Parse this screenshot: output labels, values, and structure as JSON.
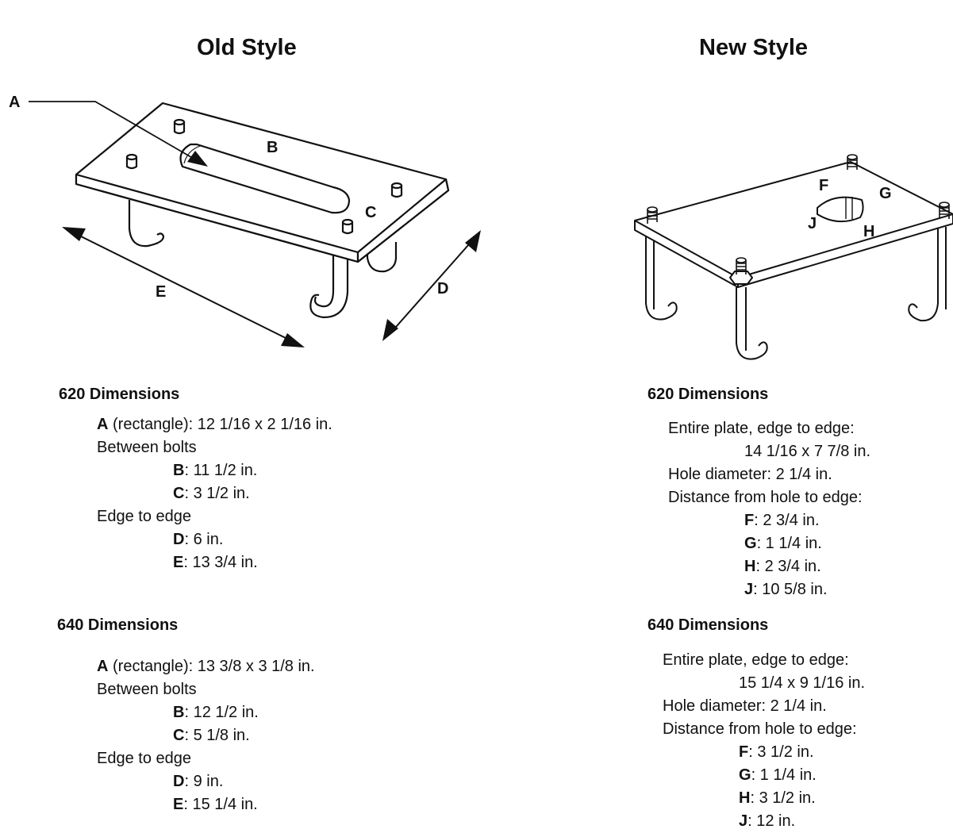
{
  "old_style": {
    "title": "Old Style",
    "labels": {
      "A": "A",
      "B": "B",
      "C": "C",
      "D": "D",
      "E": "E"
    },
    "dims_620": {
      "heading": "620 Dimensions",
      "a_key": "A",
      "a_text": " (rectangle): 12 1/16 x 2 1/16 in.",
      "between_bolts": "Between bolts",
      "b_key": "B",
      "b_text": ": 11 1/2 in.",
      "c_key": "C",
      "c_text": ": 3 1/2 in.",
      "edge_to_edge": "Edge to edge",
      "d_key": "D",
      "d_text": ": 6 in.",
      "e_key": "E",
      "e_text": ": 13 3/4 in."
    },
    "dims_640": {
      "heading": "640 Dimensions",
      "a_key": "A",
      "a_text": " (rectangle): 13 3/8 x 3 1/8 in.",
      "between_bolts": "Between bolts",
      "b_key": "B",
      "b_text": ": 12 1/2 in.",
      "c_key": "C",
      "c_text": ": 5 1/8 in.",
      "edge_to_edge": "Edge to edge",
      "d_key": "D",
      "d_text": ": 9 in.",
      "e_key": "E",
      "e_text": ": 15 1/4 in."
    }
  },
  "new_style": {
    "title": "New Style",
    "labels": {
      "F": "F",
      "G": "G",
      "H": "H",
      "J": "J"
    },
    "dims_620": {
      "heading": "620 Dimensions",
      "entire_plate": "Entire plate, edge to edge:",
      "plate_size": "14 1/16 x 7 7/8 in.",
      "hole_diameter": "Hole diameter: 2 1/4 in.",
      "distance": "Distance from hole to edge:",
      "f_key": "F",
      "f_text": ": 2 3/4 in.",
      "g_key": "G",
      "g_text": ": 1 1/4 in.",
      "h_key": "H",
      "h_text": ": 2 3/4 in.",
      "j_key": "J",
      "j_text": ": 10 5/8 in."
    },
    "dims_640": {
      "heading": "640 Dimensions",
      "entire_plate": "Entire plate, edge to edge:",
      "plate_size": "15 1/4 x 9 1/16 in.",
      "hole_diameter": "Hole diameter: 2 1/4 in.",
      "distance": "Distance from hole to edge:",
      "f_key": "F",
      "f_text": ": 3 1/2 in.",
      "g_key": "G",
      "g_text": ": 1 1/4 in.",
      "h_key": "H",
      "h_text": ": 3 1/2 in.",
      "j_key": "J",
      "j_text": ": 12 in."
    }
  }
}
